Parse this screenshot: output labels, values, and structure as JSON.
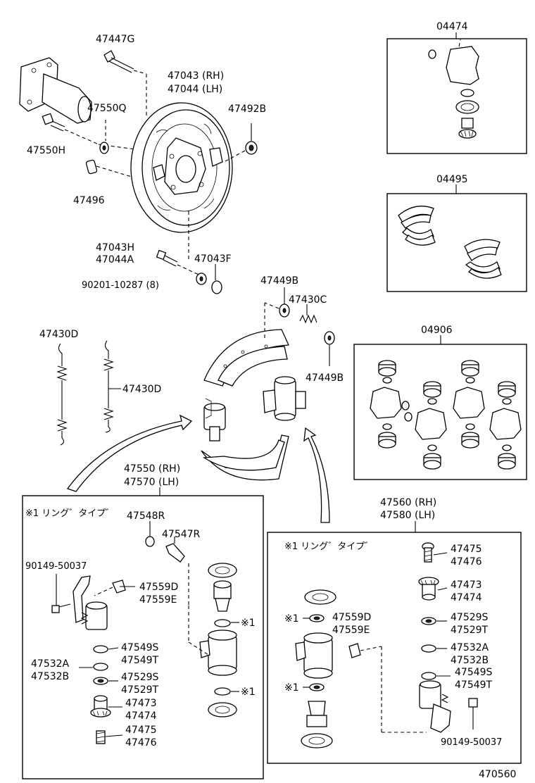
{
  "labels": {
    "p47447G": "47447G",
    "p47043rh": "47043 (RH)",
    "p47044lh": "47044 (LH)",
    "p47550Q": "47550Q",
    "p47492B": "47492B",
    "p47550H": "47550H",
    "p47496": "47496",
    "p47043H": "47043H",
    "p47044A": "47044A",
    "p47043F": "47043F",
    "p90201": "90201-10287 (8)",
    "p47449B_top": "47449B",
    "p47430C": "47430C",
    "p47430D_top": "47430D",
    "p47430D_mid": "47430D",
    "p47449B_bot": "47449B",
    "p04474": "04474",
    "p04495": "04495",
    "p04906": "04906",
    "p47550rh": "47550 (RH)",
    "p47570lh": "47570 (LH)",
    "p47560rh": "47560 (RH)",
    "p47580lh": "47580 (LH)",
    "ring_type_left": "※1 リング゛タイプ゛",
    "ring_type_right": "※1 リング゛タイプ゛",
    "p47548R": "47548R",
    "p47547R": "47547R",
    "p90149_left": "90149-50037",
    "p47559D_left": "47559D",
    "p47559E_left": "47559E",
    "mark1_a": "※1",
    "mark1_b": "※1",
    "p47549S_left": "47549S",
    "p47549T_left": "47549T",
    "p47532A_left": "47532A",
    "p47532B_left": "47532B",
    "p47529S_left": "47529S",
    "p47529T_left": "47529T",
    "p47473_left": "47473",
    "p47474_left": "47474",
    "p47475_left": "47475",
    "p47476_left": "47476",
    "p47475_right": "47475",
    "p47476_right": "47476",
    "p47473_right": "47473",
    "p47474_right": "47474",
    "p47529S_right": "47529S",
    "p47529T_right": "47529T",
    "p47532A_right": "47532A",
    "p47532B_right": "47532B",
    "p47549S_right": "47549S",
    "p47549T_right": "47549T",
    "p47559D_right": "47559D",
    "p47559E_right": "47559E",
    "mark1_c": "※1",
    "mark1_d": "※1",
    "p90149_right": "90149-50037",
    "figure_number": "470560"
  }
}
